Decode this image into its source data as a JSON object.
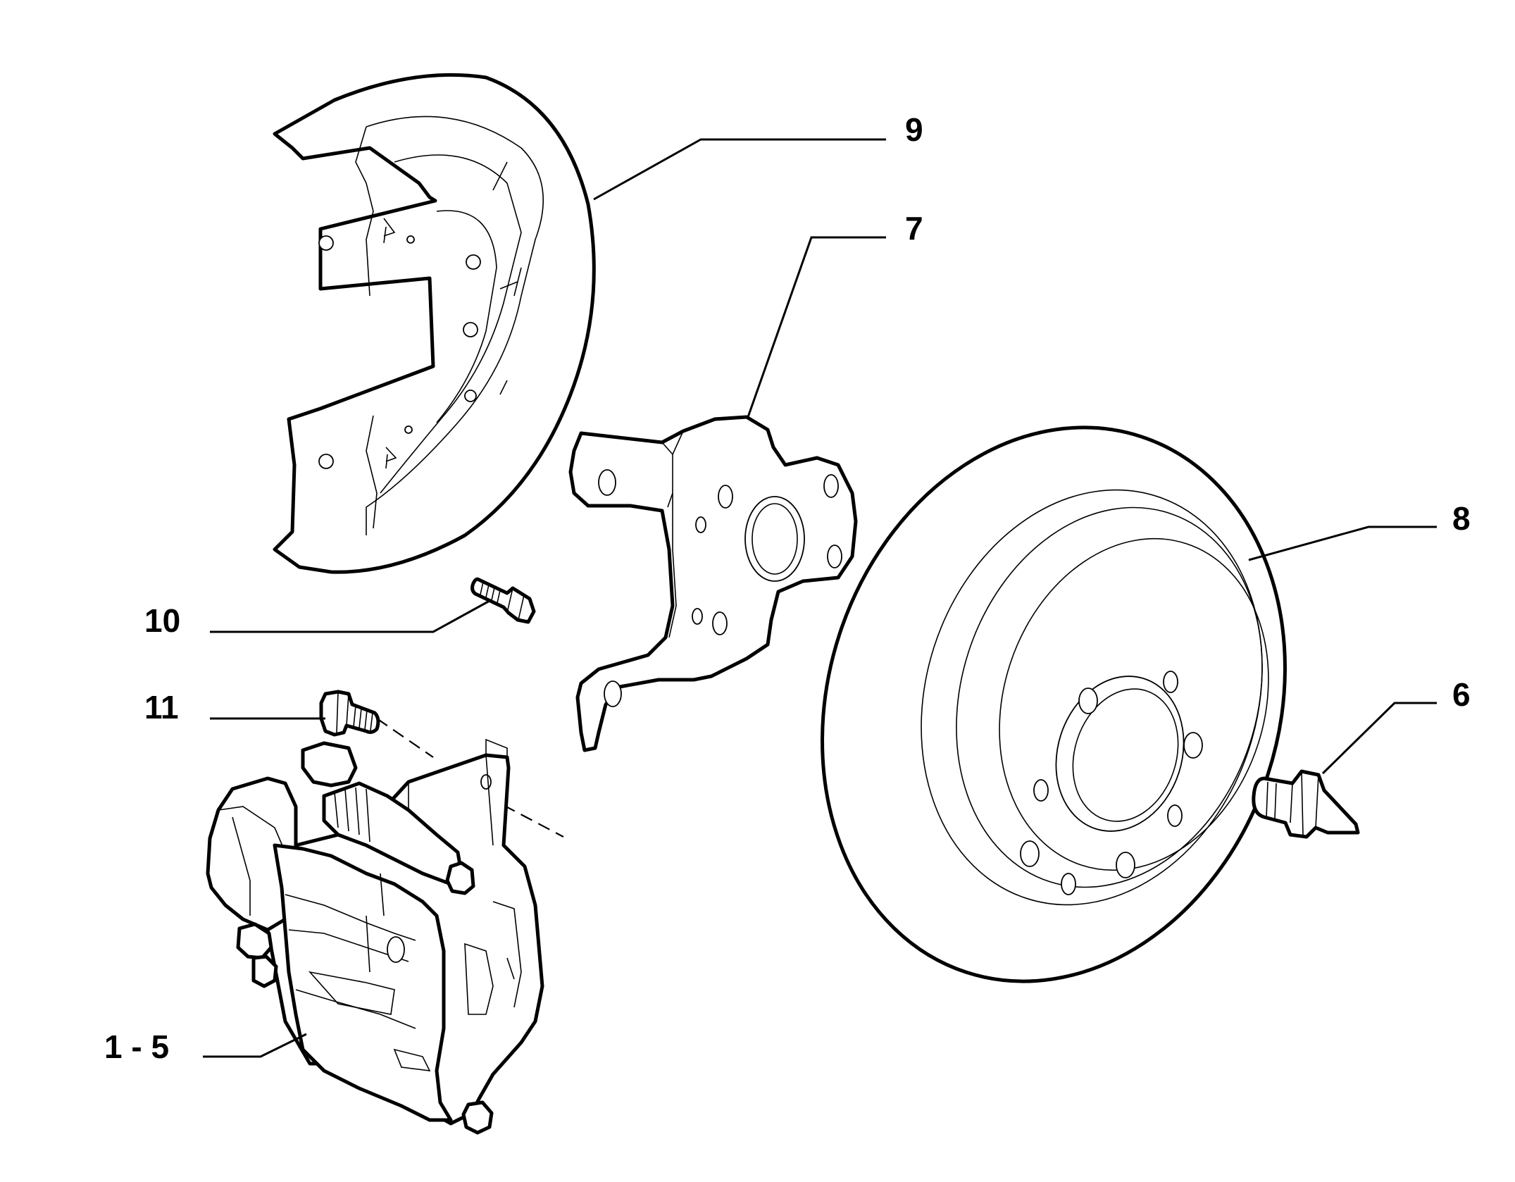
{
  "parts": [
    {
      "id": "brake-dust-shield",
      "callout": "9"
    },
    {
      "id": "caliper-bracket-plate",
      "callout": "7"
    },
    {
      "id": "brake-disc",
      "callout": "8"
    },
    {
      "id": "wheel-stud",
      "callout": "6"
    },
    {
      "id": "shield-bolt",
      "callout": "10"
    },
    {
      "id": "caliper-bolt",
      "callout": "11"
    },
    {
      "id": "brake-caliper",
      "callout": "1 - 5"
    }
  ],
  "colors": {
    "line": "#000000",
    "background": "#ffffff"
  }
}
